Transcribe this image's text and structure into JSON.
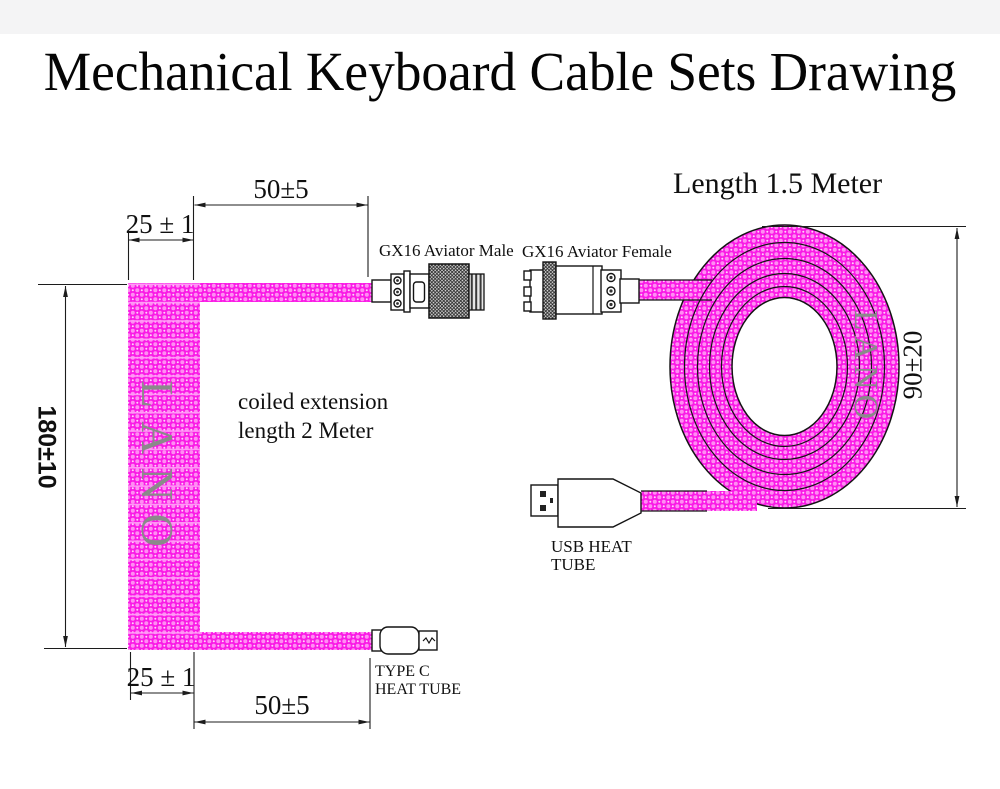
{
  "title": "Mechanical Keyboard Cable Sets Drawing",
  "coiled_cable": {
    "dims": {
      "top_lead": "50±5",
      "top_coil_width": "25 ± 1",
      "coil_height": "180±10",
      "bottom_coil_width": "25 ± 1",
      "bottom_lead": "50±5"
    },
    "note": {
      "line1": "coiled extension",
      "line2": "length 2 Meter"
    },
    "connector_top_label": "GX16 Aviator Male",
    "connector_bottom_label": {
      "line1": "TYPE C",
      "line2": "HEAT TUBE"
    },
    "brand": "LANO"
  },
  "straight_cable": {
    "heading": "Length 1.5 Meter",
    "dims": {
      "coil_height": "90±20"
    },
    "connector_left_label": "GX16 Aviator Female",
    "connector_bottom_label": {
      "line1": "USB HEAT",
      "line2": "TUBE"
    },
    "brand": "LANO"
  },
  "colors": {
    "cable": "#fa1ae6",
    "cable_light": "#ff8df2",
    "cable_sparkle": "#ffd4fa",
    "brand_text": "#8a8a8a",
    "line": "#1c1c1c"
  }
}
